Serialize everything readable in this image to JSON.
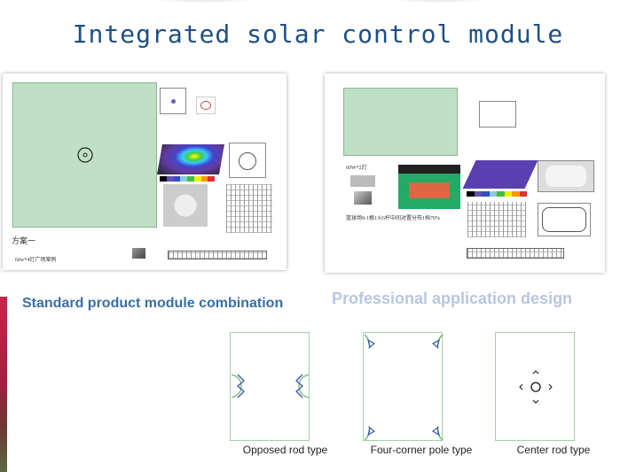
{
  "title": "Integrated solar control module",
  "subtitles": {
    "left": "Standard product module combination",
    "right": "Professional application design"
  },
  "sheet1": {
    "scheme": "方案一",
    "case": "60w*4灯广场案例"
  },
  "sheet2": {
    "lamp": "60W*2灯",
    "case": "篮球场8-1根1火6杆中间对置分布1档70%"
  },
  "layouts": [
    {
      "caption": "Opposed rod type"
    },
    {
      "caption": "Four-corner pole type"
    },
    {
      "caption": "Center rod type"
    }
  ],
  "colors": {
    "title": "#1d4f86",
    "subtitle_left": "#3a6ea8",
    "subtitle_right": "#b8c6e0",
    "field_green": "#bfe0c4"
  }
}
